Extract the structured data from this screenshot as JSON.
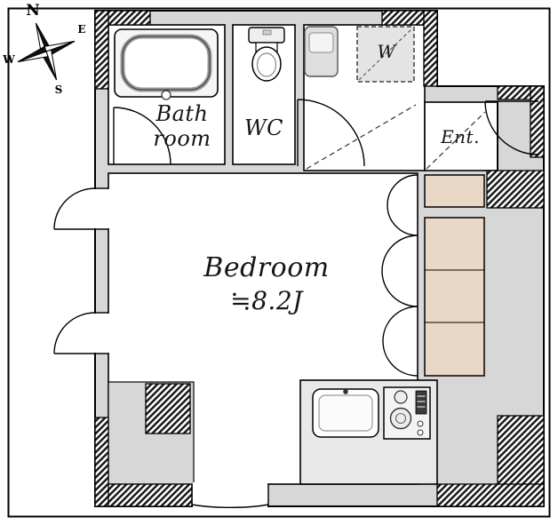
{
  "compass": {
    "north": "N",
    "east": "E",
    "south": "S",
    "west": "W"
  },
  "rooms": {
    "bathroom": {
      "line1": "Bath",
      "line2": "room"
    },
    "wc": {
      "label": "WC"
    },
    "washer_space": {
      "label": "W"
    },
    "entrance": {
      "label": "Ent."
    },
    "bedroom": {
      "label": "Bedroom",
      "area": "≒8.2J"
    }
  },
  "colors": {
    "wall_gray": "#d7d7d7",
    "closet_tan": "#e9d8c6",
    "outline": "#000000"
  }
}
